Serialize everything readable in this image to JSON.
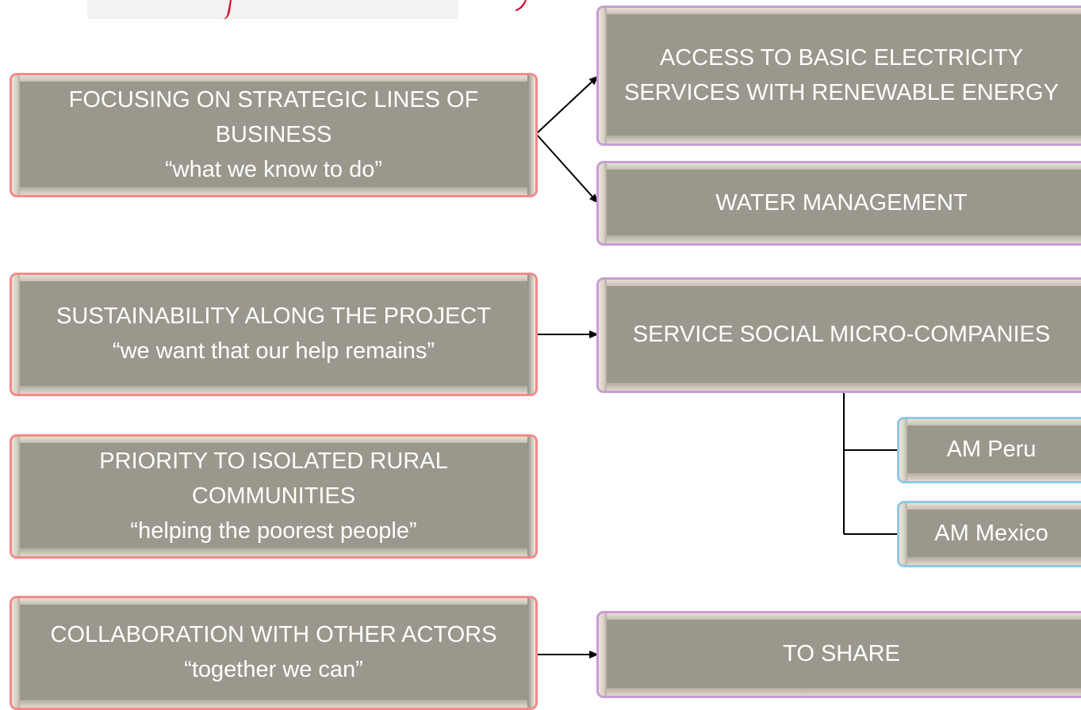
{
  "left_boxes": [
    {
      "lines": [
        "FOCUSING ON STRATEGIC LINES OF",
        "BUSINESS",
        "“what we know to do”"
      ]
    },
    {
      "lines": [
        "SUSTAINABILITY ALONG THE PROJECT",
        "“we want that our help remains”"
      ]
    },
    {
      "lines": [
        "PRIORITY TO ISOLATED RURAL",
        "COMMUNITIES",
        "“helping the poorest people”"
      ]
    },
    {
      "lines": [
        "COLLABORATION WITH OTHER ACTORS",
        "“together we can”"
      ]
    }
  ],
  "right_boxes": [
    {
      "lines": [
        "ACCESS TO BASIC ELECTRICITY",
        "SERVICES WITH RENEWABLE ENERGY"
      ]
    },
    {
      "lines": [
        "WATER MANAGEMENT"
      ]
    },
    {
      "lines": [
        "SERVICE SOCIAL MICRO-COMPANIES"
      ]
    },
    {
      "lines": [
        "TO SHARE"
      ]
    }
  ],
  "sub_boxes": [
    {
      "label": "AM Peru"
    },
    {
      "label": "AM Mexico"
    }
  ],
  "colors": {
    "box_fill": "#9a978c",
    "left_border": "#f4898a",
    "right_border": "#c89bd6",
    "sub_border": "#8ec8e6",
    "text": "#ffffff",
    "logo_accent": "#c8102e"
  }
}
